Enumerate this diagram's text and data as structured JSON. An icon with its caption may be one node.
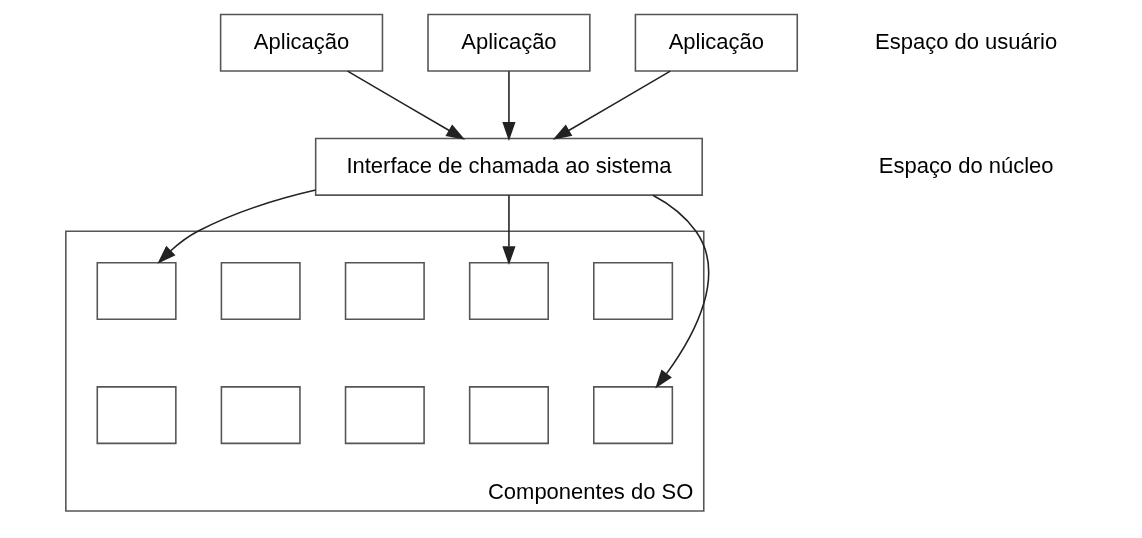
{
  "diagram": {
    "nodes": [
      {
        "text": [
          "Aplicação"
        ]
      },
      {
        "text": [
          "Aplicação"
        ]
      },
      {
        "text": [
          "Aplicação"
        ]
      },
      {
        "text": [
          "Interface de chamada ao sistema"
        ]
      },
      {
        "text": [
          "Componentes do SO"
        ]
      },
      {
        "text": [],
        "shape": "box",
        "in": 4
      },
      {
        "text": [],
        "shape": "box",
        "in": 4
      },
      {
        "text": [],
        "shape": "box",
        "in": 4
      },
      {
        "text": [],
        "shape": "box",
        "in": 4
      },
      {
        "text": [],
        "shape": "box",
        "in": 4
      },
      {
        "text": [],
        "shape": "box",
        "in": 4
      },
      {
        "text": [],
        "shape": "box",
        "in": 4
      },
      {
        "text": [],
        "shape": "box",
        "in": 4
      },
      {
        "text": [],
        "shape": "box",
        "in": 4
      },
      {
        "text": [],
        "shape": "box",
        "in": 4
      }
    ],
    "edges": [
      {
        "from": 0,
        "to": 3,
        "arrow": "to"
      },
      {
        "from": 1,
        "to": 3,
        "arrow": "to"
      },
      {
        "from": 2,
        "to": 3,
        "arrow": "to"
      },
      {
        "from": 3,
        "to": 5,
        "arrow": "to"
      },
      {
        "from": 3,
        "to": 11,
        "arrow": "to"
      },
      {
        "from": 3,
        "to": 9,
        "arrow": "to"
      }
    ],
    "labels": [
      "Espaço do usuário",
      "Espaço do núcleo"
    ]
  }
}
